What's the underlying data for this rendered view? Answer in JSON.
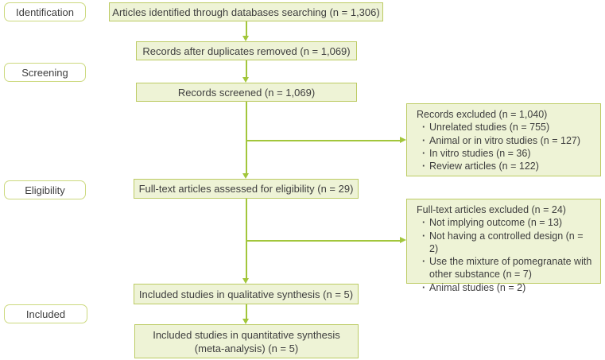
{
  "colors": {
    "box_fill": "#eef3d6",
    "box_border": "#bccb63",
    "label_fill": "#ffffff",
    "label_border": "#ccd97e",
    "arrow": "#a2c63b",
    "text": "#3e3e3e"
  },
  "stages": [
    {
      "label": "Identification"
    },
    {
      "label": "Screening"
    },
    {
      "label": "Eligibility"
    },
    {
      "label": "Included"
    }
  ],
  "flow": {
    "identified": "Articles identified through databases searching (n = 1,306)",
    "deduplicated": "Records after duplicates removed (n = 1,069)",
    "screened": "Records screened (n = 1,069)",
    "fulltext": "Full-text articles assessed for eligibility (n = 29)",
    "qualitative": "Included studies in qualitative synthesis (n = 5)",
    "quantitative_line1": "Included studies in quantitative synthesis",
    "quantitative_line2": "(meta-analysis) (n = 5)"
  },
  "exclusions": {
    "records": {
      "title": "Records excluded (n = 1,040)",
      "items": [
        "Unrelated studies (n = 755)",
        "Animal or in vitro studies (n = 127)",
        "In vitro studies (n = 36)",
        "Review articles (n = 122)"
      ]
    },
    "fulltext": {
      "title": "Full-text articles excluded (n = 24)",
      "items": [
        "Not implying outcome (n = 13)",
        "Not having a controlled design (n = 2)",
        "Use the mixture of pomegranate with other substance (n = 7)",
        "Animal studies (n = 2)"
      ]
    }
  }
}
